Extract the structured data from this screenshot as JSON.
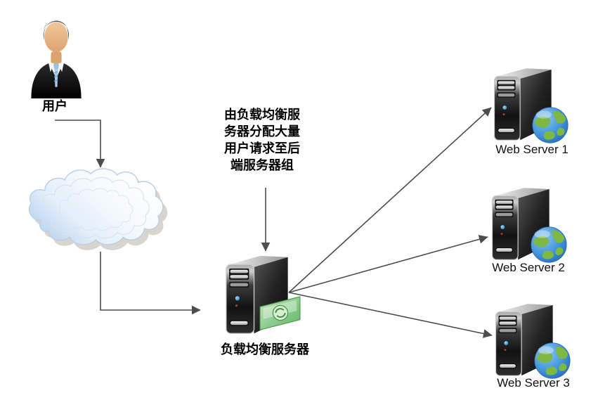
{
  "diagram": {
    "user": {
      "label": "用户",
      "icon": "business-user-icon"
    },
    "internet": {
      "icon": "cloud-icon"
    },
    "annotation": {
      "lines": [
        "由负载均衡服",
        "务器分配大量",
        "用户请求至后",
        "端服务器组"
      ],
      "full_text": "由负载均衡服务器分配大量用户请求至后端服务器组"
    },
    "load_balancer": {
      "label": "负载均衡服务器",
      "icon": "server-tower-icon",
      "badge_icon": "load-balancer-card-icon"
    },
    "web_servers": [
      {
        "label": "Web Server 1",
        "icon": "web-server-icon"
      },
      {
        "label": "Web Server 2",
        "icon": "web-server-icon"
      },
      {
        "label": "Web Server 3",
        "icon": "web-server-icon"
      }
    ],
    "connections": [
      {
        "from": "user",
        "to": "internet-cloud",
        "style": "elbow-arrow"
      },
      {
        "from": "internet-cloud",
        "to": "load-balancer",
        "style": "elbow-arrow"
      },
      {
        "from": "annotation",
        "to": "load-balancer",
        "style": "straight-arrow"
      },
      {
        "from": "load-balancer",
        "to": "web-server-1",
        "style": "straight-arrow"
      },
      {
        "from": "load-balancer",
        "to": "web-server-2",
        "style": "straight-arrow"
      },
      {
        "from": "load-balancer",
        "to": "web-server-3",
        "style": "straight-arrow"
      }
    ],
    "colors": {
      "background": "#ffffff",
      "connector": "#4d4d4d",
      "text": "#000000",
      "cloud_fill": "#eef5fc",
      "cloud_outline": "#b9cfe6",
      "cloud_shadow": "#b3ab9b",
      "server_body_dark": "#1e1e1e",
      "server_panel_light": "#d9d9d9",
      "led_blue": "#36a3dd",
      "globe_ocean": "#2f7fd0",
      "globe_land": "#7db843",
      "lb_card_green": "#8fce90",
      "skin": "#e8b685",
      "tie_blue": "#a7c9ea"
    }
  }
}
